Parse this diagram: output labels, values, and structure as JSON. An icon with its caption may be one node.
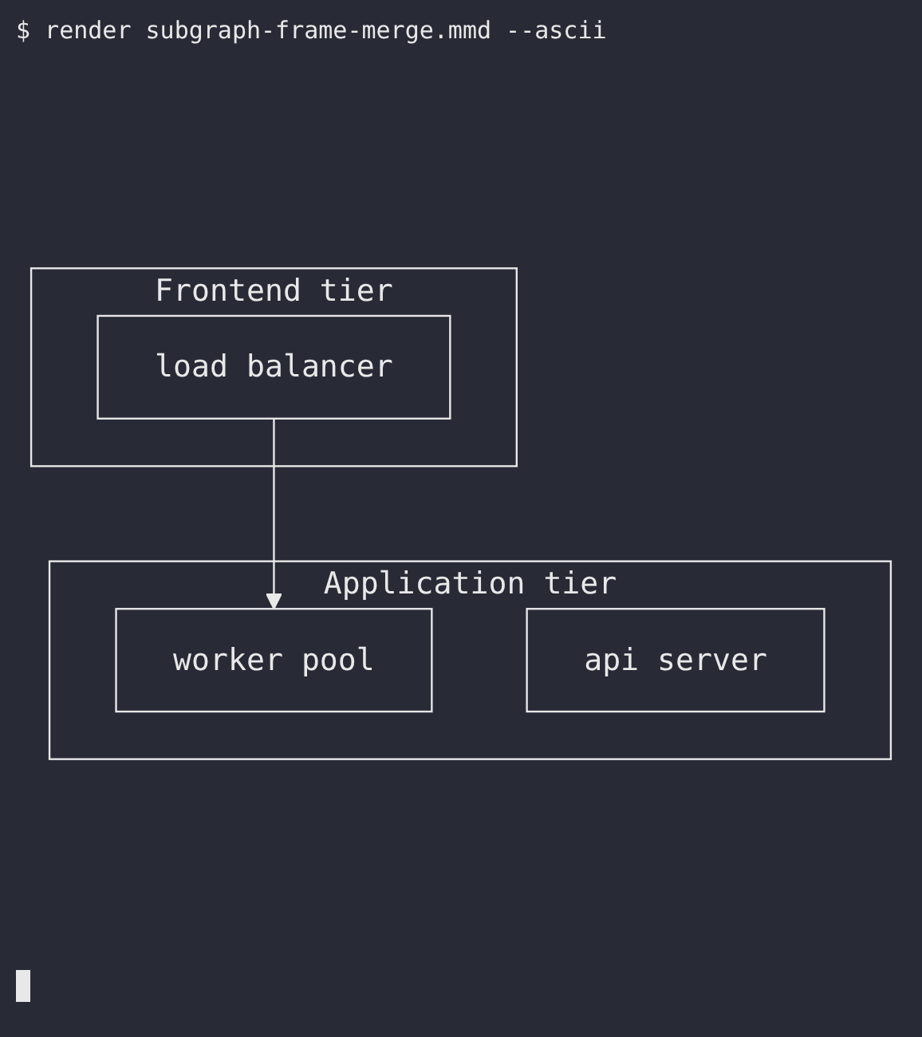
{
  "diagram": {
    "nodes": [
      {
        "text": [
          "Frontend tier"
        ]
      },
      {
        "text": [
          "load balancer"
        ],
        "in": 0
      },
      {
        "text": [
          "Application tier"
        ]
      },
      {
        "text": [
          "worker pool"
        ],
        "in": 2
      },
      {
        "text": [
          "api server"
        ],
        "in": 2
      }
    ],
    "edges": [
      {
        "from": 1,
        "to": 3,
        "arrow": "to"
      }
    ],
    "labels": [
      "$ render subgraph-frame-merge.mmd --ascii"
    ]
  }
}
